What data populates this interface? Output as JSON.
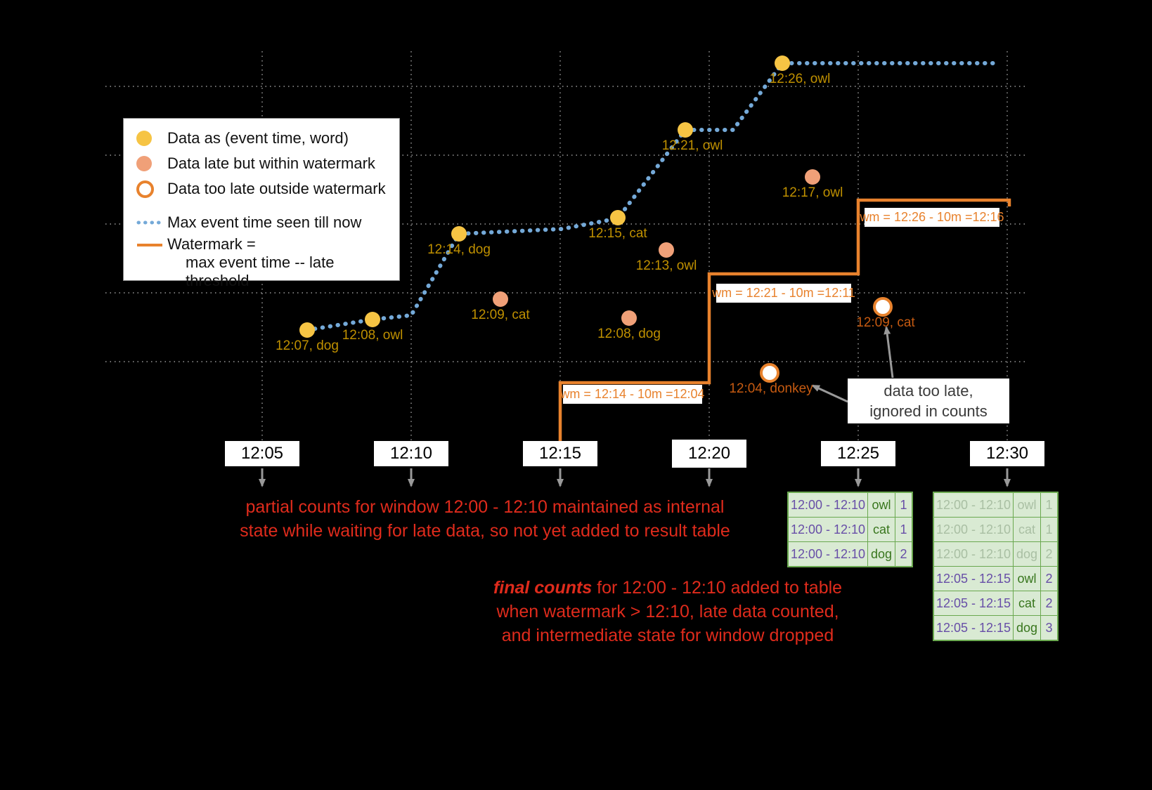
{
  "colors": {
    "background": "#000000",
    "grid": "#BBBBBB",
    "on_time": "#F6C444",
    "late": "#F0A078",
    "too_late": "#E8822D",
    "max_event": "#74A9D8",
    "watermark": "#E8822D",
    "gold_label": "#BF9000",
    "too_late_label": "#C55A11",
    "red": "#DF2B1C",
    "arrow_gray": "#999999",
    "table_border": "#6AA84F",
    "table_bg": "#D9EAD3",
    "table_purple": "#674EA7",
    "table_green": "#38761D"
  },
  "legend": {
    "on_time": "Data as (event time, word)",
    "late": "Data late but within watermark",
    "too_late": "Data too late outside watermark",
    "max_event": "Max event time seen till now",
    "watermark_line1": "Watermark =",
    "watermark_line2": "max event time -- late threshold"
  },
  "points": {
    "on_time": [
      {
        "label": "12:07, dog"
      },
      {
        "label": "12:08, owl"
      },
      {
        "label": "12:14, dog"
      },
      {
        "label": "12:15, cat"
      },
      {
        "label": "12:21, owl"
      },
      {
        "label": "12:26, owl"
      }
    ],
    "late": [
      {
        "label": "12:09, cat"
      },
      {
        "label": "12:08, dog"
      },
      {
        "label": "12:13, owl"
      },
      {
        "label": "12:17, owl"
      }
    ],
    "too_late": [
      {
        "label": "12:04, donkey"
      },
      {
        "label": "12:09, cat"
      }
    ]
  },
  "watermark_labels": [
    "wm = 12:14 - 10m =12:04",
    "wm = 12:21 - 10m =12:11",
    "wm = 12:26 - 10m =12:16"
  ],
  "axis": {
    "ticks": [
      "12:05",
      "12:10",
      "12:15",
      "12:20",
      "12:25",
      "12:30"
    ]
  },
  "callout": {
    "line1": "data too late,",
    "line2": "ignored in counts"
  },
  "annotations": {
    "partial_line1": "partial counts for window 12:00 - 12:10 maintained as internal",
    "partial_line2": "state while waiting for late data, so not yet added  to result table",
    "final_bold": "final counts",
    "final_rest": " for 12:00 - 12:10 added to table",
    "final_line2": "when watermark > 12:10, late data counted,",
    "final_line3": "and intermediate state for window dropped"
  },
  "tables": {
    "t1": {
      "rows": [
        {
          "window": "12:00 - 12:10",
          "word": "owl",
          "count": "1"
        },
        {
          "window": "12:00 - 12:10",
          "word": "cat",
          "count": "1"
        },
        {
          "window": "12:00 - 12:10",
          "word": "dog",
          "count": "2"
        }
      ]
    },
    "t2": {
      "rows": [
        {
          "window": "12:00 - 12:10",
          "word": "owl",
          "count": "1"
        },
        {
          "window": "12:00 - 12:10",
          "word": "cat",
          "count": "1"
        },
        {
          "window": "12:00 - 12:10",
          "word": "dog",
          "count": "2"
        },
        {
          "window": "12:05 - 12:15",
          "word": "owl",
          "count": "2"
        },
        {
          "window": "12:05 - 12:15",
          "word": "cat",
          "count": "2"
        },
        {
          "window": "12:05 - 12:15",
          "word": "dog",
          "count": "3"
        }
      ]
    }
  }
}
